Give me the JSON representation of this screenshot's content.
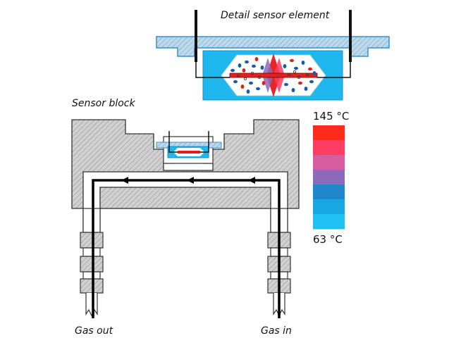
{
  "labels": {
    "detail": "Detail sensor element",
    "sensor_block": "Sensor block",
    "gas_out": "Gas out",
    "gas_in": "Gas in"
  },
  "scale": {
    "max_label": "145 °C",
    "min_label": "63 °C",
    "colors": [
      "#ff2a1a",
      "#ff3c62",
      "#d85aa0",
      "#8c6ab8",
      "#1f88cc",
      "#18a6e4",
      "#1fc0f2"
    ]
  },
  "colors": {
    "hatch_fill": "#cfcfcf",
    "accent_blue": "#1fb8ee",
    "heater_red": "#e8262a"
  }
}
